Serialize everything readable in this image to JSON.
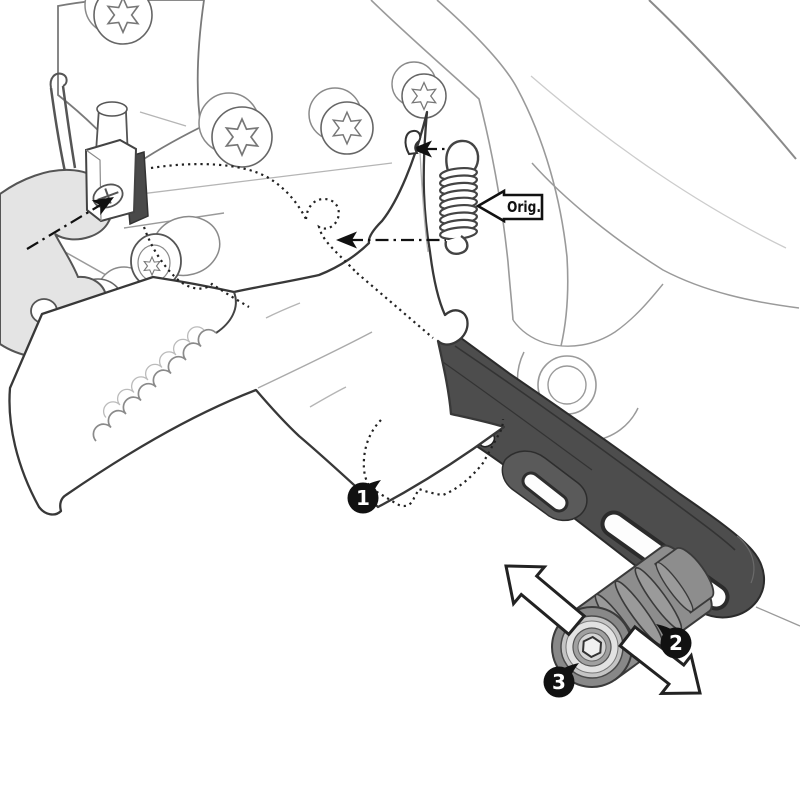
{
  "diagram": {
    "type": "technical-installation-diagram",
    "subject": "motorcycle brake pedal lever with adjustable foot peg installation",
    "labels": {
      "original_part_tag": "Orig."
    },
    "callouts": [
      {
        "number": "1"
      },
      {
        "number": "2"
      },
      {
        "number": "3"
      }
    ],
    "icons": {
      "original_part_pointer": "left-pointing-tag",
      "adjust_arrow_a": "outline-arrow-up-left",
      "adjust_arrow_b": "outline-arrow-down-right",
      "attachment_pointers": "black-arrowheads-with-dash-dot-leaders",
      "spring": "coil-tension-spring",
      "fasteners": "torx-screws"
    },
    "colors": {
      "background": "#ffffff",
      "outline": "#383838",
      "light_line": "#9a9a9a",
      "lever_fill": "#4d4d4d",
      "panel_fill": "#5a5a5a",
      "peg_fill": "#8d8d8d",
      "callout_fill": "#111111",
      "clip_fill": "#e4e4e4"
    }
  }
}
